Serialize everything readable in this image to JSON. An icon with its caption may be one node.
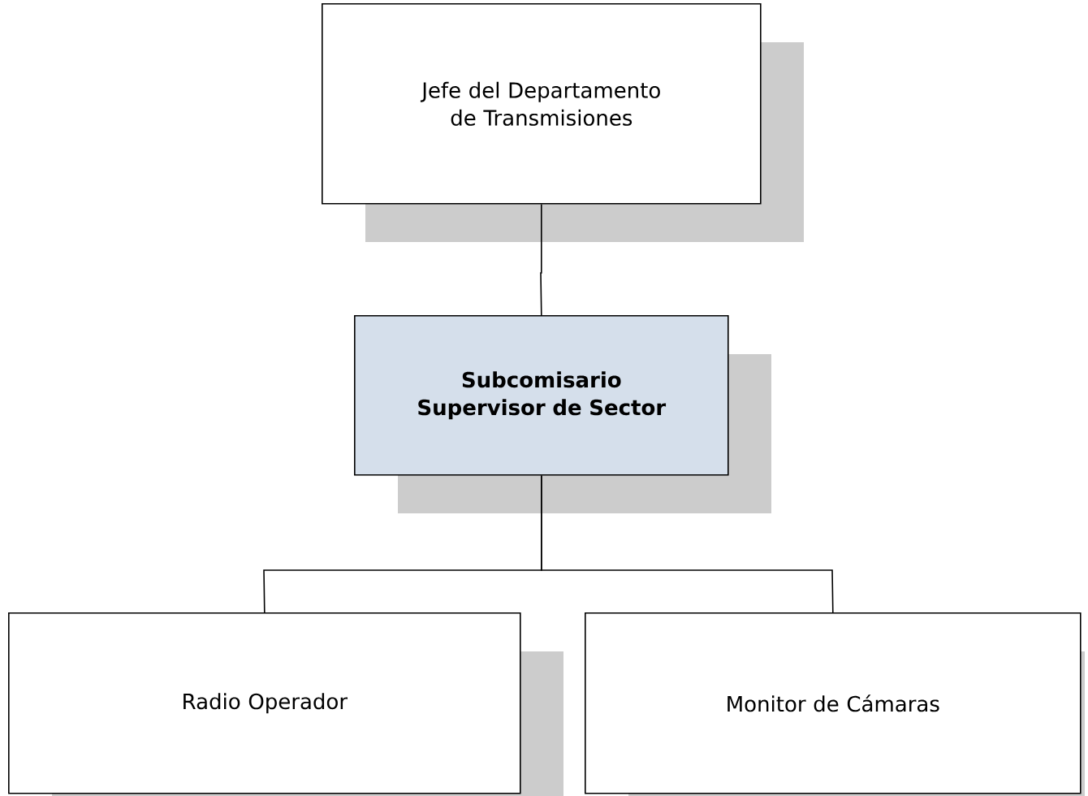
{
  "diagram": {
    "nodes": [
      {
        "text": [
          "Jefe del Departamento de Transmisiones"
        ]
      },
      {
        "text": [
          "Subcomisario Supervisor de Sector"
        ]
      },
      {
        "text": [
          "Radio Operador"
        ]
      },
      {
        "text": [
          "Monitor de Cámaras"
        ]
      }
    ],
    "edges": [
      {
        "from": 0,
        "to": 1,
        "arrow": "none"
      },
      {
        "from": 1,
        "to": 2,
        "arrow": "none"
      },
      {
        "from": 1,
        "to": 3,
        "arrow": "none"
      }
    ]
  }
}
